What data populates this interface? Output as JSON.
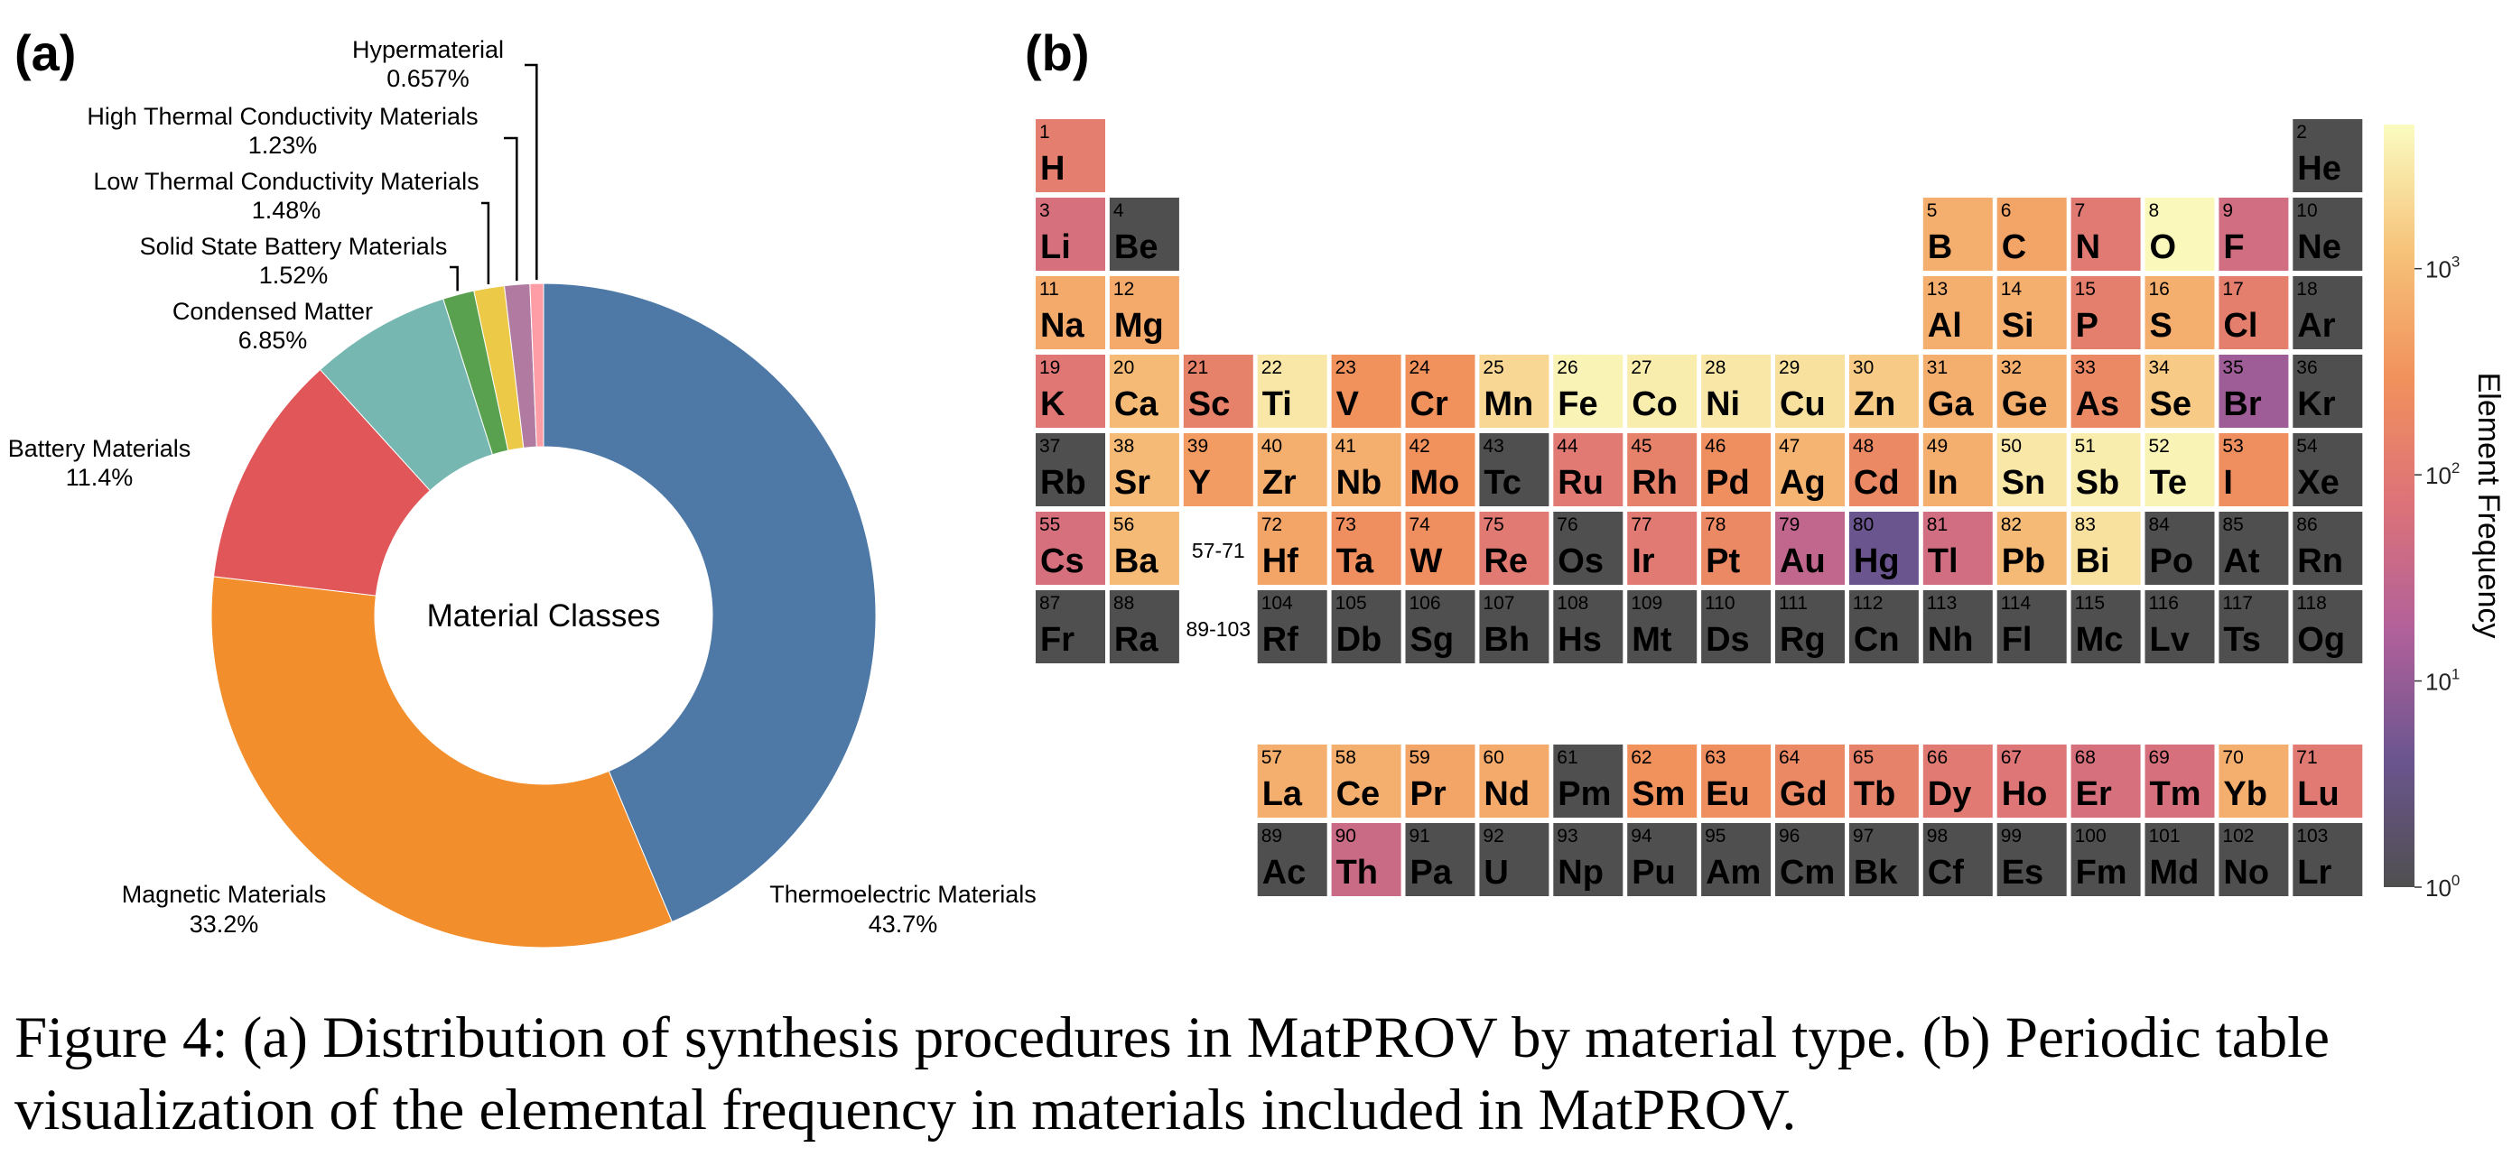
{
  "figure": {
    "panel_a_label": "(a)",
    "panel_b_label": "(b)",
    "caption": "Figure 4: (a) Distribution of synthesis procedures in MatPROV by material type. (b) Periodic table visualization of the elemental frequency in materials included in MatPROV."
  },
  "chart_data": [
    {
      "type": "pie",
      "title": "",
      "center_label": "Material Classes",
      "slices": [
        {
          "label": "Thermoelectric Materials",
          "pct_label": "43.7%",
          "value": 43.7,
          "color": "#4e79a7"
        },
        {
          "label": "Magnetic Materials",
          "pct_label": "33.2%",
          "value": 33.2,
          "color": "#f28e2b"
        },
        {
          "label": "Battery Materials",
          "pct_label": "11.4%",
          "value": 11.4,
          "color": "#e15759"
        },
        {
          "label": "Condensed Matter",
          "pct_label": "6.85%",
          "value": 6.85,
          "color": "#76b7b2"
        },
        {
          "label": "Solid State Battery Materials",
          "pct_label": "1.52%",
          "value": 1.52,
          "color": "#59a14f"
        },
        {
          "label": "Low Thermal Conductivity Materials",
          "pct_label": "1.48%",
          "value": 1.48,
          "color": "#edc948"
        },
        {
          "label": "High Thermal Conductivity Materials",
          "pct_label": "1.23%",
          "value": 1.23,
          "color": "#b07aa1"
        },
        {
          "label": "Hypermaterial",
          "pct_label": "0.657%",
          "value": 0.657,
          "color": "#ff9da7"
        }
      ]
    },
    {
      "type": "heatmap",
      "title": "",
      "colorbar": {
        "label": "Element Frequency",
        "scale": "log",
        "range": [
          1,
          5000
        ],
        "ticks": [
          {
            "base": "10",
            "exp": "0"
          },
          {
            "base": "10",
            "exp": "1"
          },
          {
            "base": "10",
            "exp": "2"
          },
          {
            "base": "10",
            "exp": "3"
          }
        ],
        "colors": [
          "#4f4f4f",
          "#6b558f",
          "#b0609a",
          "#dc7279",
          "#f1915c",
          "#f6c27a",
          "#fafcc0"
        ]
      },
      "series_labels": {
        "lanthanides": "57-71",
        "actinides": "89-103"
      },
      "elements": [
        {
          "z": 1,
          "symbol": "H",
          "freq": 120
        },
        {
          "z": 2,
          "symbol": "He",
          "freq": 0
        },
        {
          "z": 3,
          "symbol": "Li",
          "freq": 60
        },
        {
          "z": 4,
          "symbol": "Be",
          "freq": 0
        },
        {
          "z": 5,
          "symbol": "B",
          "freq": 700
        },
        {
          "z": 6,
          "symbol": "C",
          "freq": 500
        },
        {
          "z": 7,
          "symbol": "N",
          "freq": 100
        },
        {
          "z": 8,
          "symbol": "O",
          "freq": 4500
        },
        {
          "z": 9,
          "symbol": "F",
          "freq": 50
        },
        {
          "z": 10,
          "symbol": "Ne",
          "freq": 0
        },
        {
          "z": 11,
          "symbol": "Na",
          "freq": 600
        },
        {
          "z": 12,
          "symbol": "Mg",
          "freq": 600
        },
        {
          "z": 13,
          "symbol": "Al",
          "freq": 700
        },
        {
          "z": 14,
          "symbol": "Si",
          "freq": 700
        },
        {
          "z": 15,
          "symbol": "P",
          "freq": 130
        },
        {
          "z": 16,
          "symbol": "S",
          "freq": 700
        },
        {
          "z": 17,
          "symbol": "Cl",
          "freq": 130
        },
        {
          "z": 18,
          "symbol": "Ar",
          "freq": 0
        },
        {
          "z": 19,
          "symbol": "K",
          "freq": 90
        },
        {
          "z": 20,
          "symbol": "Ca",
          "freq": 1000
        },
        {
          "z": 21,
          "symbol": "Sc",
          "freq": 150
        },
        {
          "z": 22,
          "symbol": "Ti",
          "freq": 3000
        },
        {
          "z": 23,
          "symbol": "V",
          "freq": 300
        },
        {
          "z": 24,
          "symbol": "Cr",
          "freq": 300
        },
        {
          "z": 25,
          "symbol": "Mn",
          "freq": 2000
        },
        {
          "z": 26,
          "symbol": "Fe",
          "freq": 4000
        },
        {
          "z": 27,
          "symbol": "Co",
          "freq": 3500
        },
        {
          "z": 28,
          "symbol": "Ni",
          "freq": 3000
        },
        {
          "z": 29,
          "symbol": "Cu",
          "freq": 2500
        },
        {
          "z": 30,
          "symbol": "Zn",
          "freq": 1500
        },
        {
          "z": 31,
          "symbol": "Ga",
          "freq": 700
        },
        {
          "z": 32,
          "symbol": "Ge",
          "freq": 700
        },
        {
          "z": 33,
          "symbol": "As",
          "freq": 200
        },
        {
          "z": 34,
          "symbol": "Se",
          "freq": 1500
        },
        {
          "z": 35,
          "symbol": "Br",
          "freq": 12
        },
        {
          "z": 36,
          "symbol": "Kr",
          "freq": 0
        },
        {
          "z": 37,
          "symbol": "Rb",
          "freq": 0
        },
        {
          "z": 38,
          "symbol": "Sr",
          "freq": 1000
        },
        {
          "z": 39,
          "symbol": "Y",
          "freq": 400
        },
        {
          "z": 40,
          "symbol": "Zr",
          "freq": 700
        },
        {
          "z": 41,
          "symbol": "Nb",
          "freq": 700
        },
        {
          "z": 42,
          "symbol": "Mo",
          "freq": 300
        },
        {
          "z": 43,
          "symbol": "Tc",
          "freq": 0
        },
        {
          "z": 44,
          "symbol": "Ru",
          "freq": 100
        },
        {
          "z": 45,
          "symbol": "Rh",
          "freq": 150
        },
        {
          "z": 46,
          "symbol": "Pd",
          "freq": 250
        },
        {
          "z": 47,
          "symbol": "Ag",
          "freq": 800
        },
        {
          "z": 48,
          "symbol": "Cd",
          "freq": 200
        },
        {
          "z": 49,
          "symbol": "In",
          "freq": 700
        },
        {
          "z": 50,
          "symbol": "Sn",
          "freq": 3000
        },
        {
          "z": 51,
          "symbol": "Sb",
          "freq": 3500
        },
        {
          "z": 52,
          "symbol": "Te",
          "freq": 4000
        },
        {
          "z": 53,
          "symbol": "I",
          "freq": 250
        },
        {
          "z": 54,
          "symbol": "Xe",
          "freq": 0
        },
        {
          "z": 55,
          "symbol": "Cs",
          "freq": 60
        },
        {
          "z": 56,
          "symbol": "Ba",
          "freq": 1000
        },
        {
          "z": 72,
          "symbol": "Hf",
          "freq": 500
        },
        {
          "z": 73,
          "symbol": "Ta",
          "freq": 250
        },
        {
          "z": 74,
          "symbol": "W",
          "freq": 250
        },
        {
          "z": 75,
          "symbol": "Re",
          "freq": 100
        },
        {
          "z": 76,
          "symbol": "Os",
          "freq": 0
        },
        {
          "z": 77,
          "symbol": "Ir",
          "freq": 100
        },
        {
          "z": 78,
          "symbol": "Pt",
          "freq": 200
        },
        {
          "z": 79,
          "symbol": "Au",
          "freq": 30
        },
        {
          "z": 80,
          "symbol": "Hg",
          "freq": 4
        },
        {
          "z": 81,
          "symbol": "Tl",
          "freq": 50
        },
        {
          "z": 82,
          "symbol": "Pb",
          "freq": 1000
        },
        {
          "z": 83,
          "symbol": "Bi",
          "freq": 2500
        },
        {
          "z": 84,
          "symbol": "Po",
          "freq": 0
        },
        {
          "z": 85,
          "symbol": "At",
          "freq": 0
        },
        {
          "z": 86,
          "symbol": "Rn",
          "freq": 0
        },
        {
          "z": 87,
          "symbol": "Fr",
          "freq": 0
        },
        {
          "z": 88,
          "symbol": "Ra",
          "freq": 0
        },
        {
          "z": 104,
          "symbol": "Rf",
          "freq": 0
        },
        {
          "z": 105,
          "symbol": "Db",
          "freq": 0
        },
        {
          "z": 106,
          "symbol": "Sg",
          "freq": 0
        },
        {
          "z": 107,
          "symbol": "Bh",
          "freq": 0
        },
        {
          "z": 108,
          "symbol": "Hs",
          "freq": 0
        },
        {
          "z": 109,
          "symbol": "Mt",
          "freq": 0
        },
        {
          "z": 110,
          "symbol": "Ds",
          "freq": 0
        },
        {
          "z": 111,
          "symbol": "Rg",
          "freq": 0
        },
        {
          "z": 112,
          "symbol": "Cn",
          "freq": 0
        },
        {
          "z": 113,
          "symbol": "Nh",
          "freq": 0
        },
        {
          "z": 114,
          "symbol": "Fl",
          "freq": 0
        },
        {
          "z": 115,
          "symbol": "Mc",
          "freq": 0
        },
        {
          "z": 116,
          "symbol": "Lv",
          "freq": 0
        },
        {
          "z": 117,
          "symbol": "Ts",
          "freq": 0
        },
        {
          "z": 118,
          "symbol": "Og",
          "freq": 0
        },
        {
          "z": 57,
          "symbol": "La",
          "freq": 700
        },
        {
          "z": 58,
          "symbol": "Ce",
          "freq": 700
        },
        {
          "z": 59,
          "symbol": "Pr",
          "freq": 500
        },
        {
          "z": 60,
          "symbol": "Nd",
          "freq": 600
        },
        {
          "z": 61,
          "symbol": "Pm",
          "freq": 0
        },
        {
          "z": 62,
          "symbol": "Sm",
          "freq": 300
        },
        {
          "z": 63,
          "symbol": "Eu",
          "freq": 250
        },
        {
          "z": 64,
          "symbol": "Gd",
          "freq": 200
        },
        {
          "z": 65,
          "symbol": "Tb",
          "freq": 150
        },
        {
          "z": 66,
          "symbol": "Dy",
          "freq": 100
        },
        {
          "z": 67,
          "symbol": "Ho",
          "freq": 80
        },
        {
          "z": 68,
          "symbol": "Er",
          "freq": 60
        },
        {
          "z": 69,
          "symbol": "Tm",
          "freq": 60
        },
        {
          "z": 70,
          "symbol": "Yb",
          "freq": 700
        },
        {
          "z": 71,
          "symbol": "Lu",
          "freq": 100
        },
        {
          "z": 89,
          "symbol": "Ac",
          "freq": 0
        },
        {
          "z": 90,
          "symbol": "Th",
          "freq": 40
        },
        {
          "z": 91,
          "symbol": "Pa",
          "freq": 0
        },
        {
          "z": 92,
          "symbol": "U",
          "freq": 0
        },
        {
          "z": 93,
          "symbol": "Np",
          "freq": 0
        },
        {
          "z": 94,
          "symbol": "Pu",
          "freq": 0
        },
        {
          "z": 95,
          "symbol": "Am",
          "freq": 0
        },
        {
          "z": 96,
          "symbol": "Cm",
          "freq": 0
        },
        {
          "z": 97,
          "symbol": "Bk",
          "freq": 0
        },
        {
          "z": 98,
          "symbol": "Cf",
          "freq": 0
        },
        {
          "z": 99,
          "symbol": "Es",
          "freq": 0
        },
        {
          "z": 100,
          "symbol": "Fm",
          "freq": 0
        },
        {
          "z": 101,
          "symbol": "Md",
          "freq": 0
        },
        {
          "z": 102,
          "symbol": "No",
          "freq": 0
        },
        {
          "z": 103,
          "symbol": "Lr",
          "freq": 0
        }
      ]
    }
  ]
}
